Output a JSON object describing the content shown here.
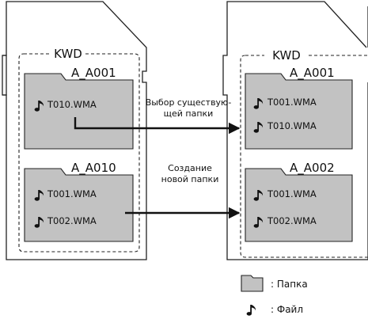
{
  "left_card": {
    "group_label": "KWD",
    "folders": [
      {
        "name": "A_A001",
        "files": [
          "T010.WMA"
        ]
      },
      {
        "name": "A_A010",
        "files": [
          "T001.WMA",
          "T002.WMA"
        ]
      }
    ]
  },
  "right_card": {
    "group_label": "KWD",
    "folders": [
      {
        "name": "A_A001",
        "files": [
          "T001.WMA",
          "T010.WMA"
        ]
      },
      {
        "name": "A_A002",
        "files": [
          "T001.WMA",
          "T002.WMA"
        ]
      }
    ]
  },
  "arrows": [
    {
      "caption_lines": [
        "Выбор существую-",
        "щей папки"
      ]
    },
    {
      "caption_lines": [
        "Создание",
        "новой папки"
      ]
    }
  ],
  "legend": {
    "folder_label": ": Папка",
    "file_label": ": Файл"
  },
  "icons": {
    "file": "music-note-icon",
    "folder": "folder-icon"
  }
}
